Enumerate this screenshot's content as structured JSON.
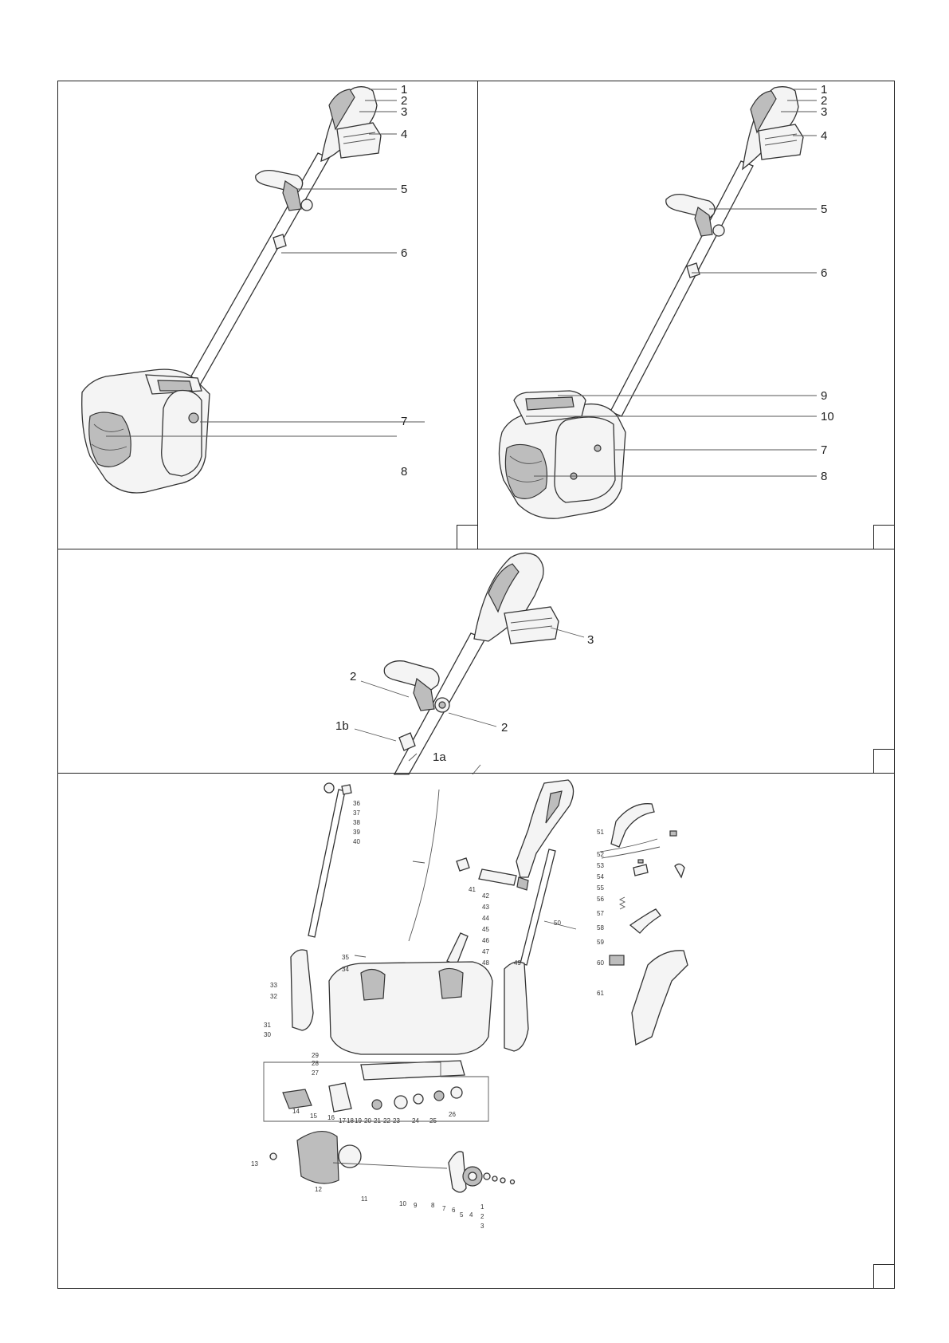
{
  "fig1": {
    "labels": [
      "1",
      "2",
      "3",
      "4",
      "5",
      "6",
      "7",
      "8"
    ]
  },
  "fig2": {
    "labels": [
      "1",
      "2",
      "3",
      "4",
      "5",
      "6",
      "9",
      "10",
      "7",
      "8"
    ]
  },
  "fig3": {
    "labels": [
      "3",
      "2",
      "2",
      "1b",
      "1a"
    ]
  },
  "fig4": {
    "labels": [
      "36",
      "37",
      "38",
      "39",
      "40",
      "51",
      "52",
      "53",
      "54",
      "55",
      "56",
      "57",
      "58",
      "59",
      "60",
      "61",
      "41",
      "42",
      "43",
      "44",
      "45",
      "46",
      "47",
      "48",
      "50",
      "35",
      "34",
      "33",
      "32",
      "31",
      "30",
      "49",
      "29",
      "28",
      "27",
      "14",
      "15",
      "16",
      "17",
      "18",
      "19",
      "20",
      "21",
      "22",
      "23",
      "24",
      "25",
      "26",
      "13",
      "12",
      "11",
      "10",
      "9",
      "8",
      "7",
      "6",
      "5",
      "4",
      "1",
      "2",
      "3"
    ]
  }
}
